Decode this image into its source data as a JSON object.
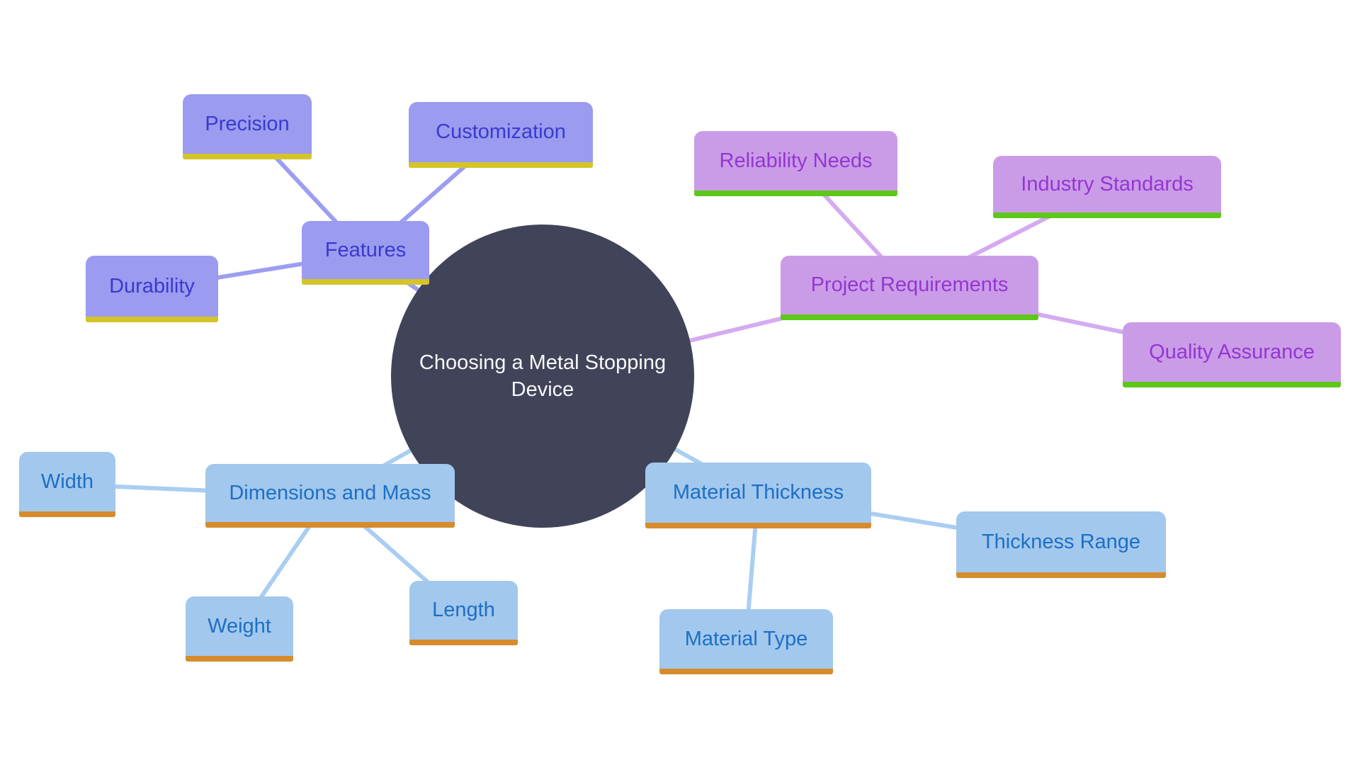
{
  "diagram": {
    "title": "Choosing a Metal Stopping Device",
    "center": {
      "label": "Choosing a Metal Stopping Device",
      "bg_color": "#414459",
      "text_color": "#f8f8fa"
    },
    "branches": {
      "features": {
        "root": "Features",
        "children": [
          "Precision",
          "Customization",
          "Durability"
        ],
        "colors": {
          "fill": "#9b9bf0",
          "text": "#3a3ace",
          "underline": "#d5c428",
          "line": "#9d9df1"
        }
      },
      "project_requirements": {
        "root": "Project Requirements",
        "children": [
          "Reliability Needs",
          "Industry Standards",
          "Quality Assurance"
        ],
        "colors": {
          "fill": "#ca9ce8",
          "text": "#9436d2",
          "underline": "#5dc81a",
          "line": "#d4abf0"
        }
      },
      "dimensions_and_mass": {
        "root": "Dimensions and Mass",
        "children": [
          "Width",
          "Weight",
          "Length"
        ],
        "colors": {
          "fill": "#a2c8ed",
          "text": "#1e6fc4",
          "underline": "#d68c2d",
          "line": "#a9cef2"
        }
      },
      "material_thickness": {
        "root": "Material Thickness",
        "children": [
          "Thickness Range",
          "Material Type"
        ],
        "colors": {
          "fill": "#a2c8ed",
          "text": "#1e6fc4",
          "underline": "#d68c2d",
          "line": "#a9cef2"
        }
      }
    },
    "background_color": "#ffffff"
  }
}
